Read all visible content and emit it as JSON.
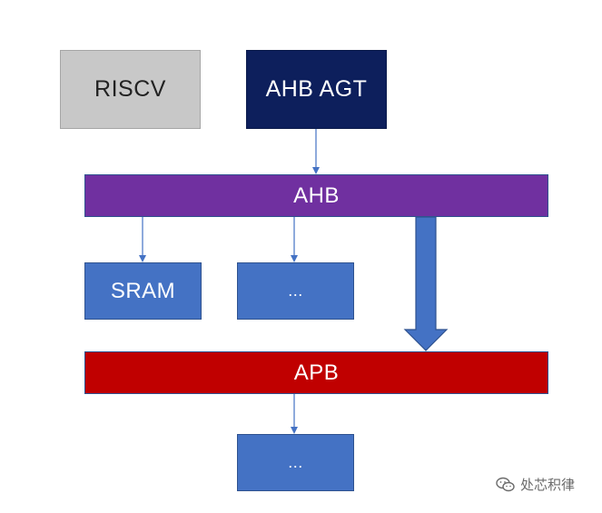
{
  "blocks": {
    "riscv": "RISCV",
    "ahb_agt": "AHB AGT",
    "ahb": "AHB",
    "sram": "SRAM",
    "ahb_device": "...",
    "apb": "APB",
    "apb_device": "..."
  },
  "colors": {
    "riscv": "#c8c8c8",
    "ahb_agt": "#0d1f5c",
    "ahb": "#7030a0",
    "device": "#4472c4",
    "apb": "#c00000",
    "arrow": "#4472c4"
  },
  "watermark": {
    "icon": "wechat-icon",
    "text": "处芯积律"
  }
}
